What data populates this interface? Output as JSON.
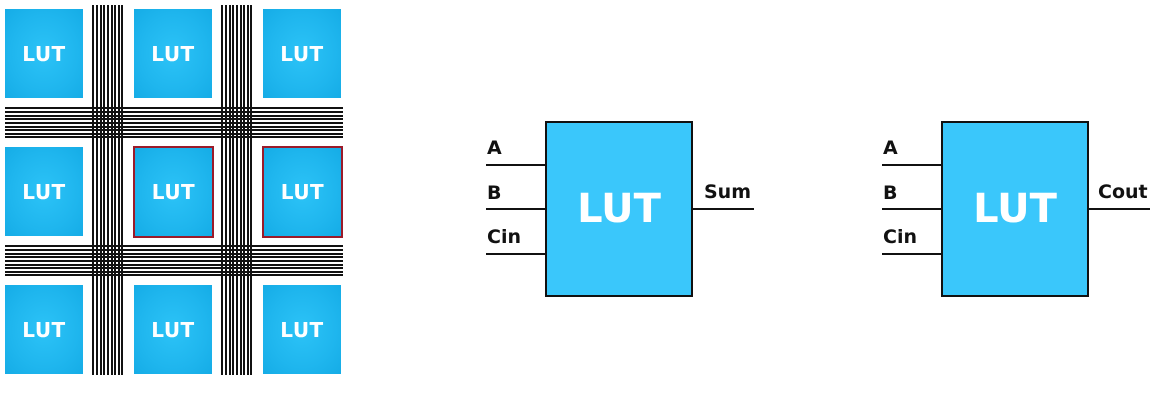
{
  "colors": {
    "lut_fill": "#1fb6ee",
    "lut_big_fill": "#3ac7fb",
    "selected_border": "#9b1b2a",
    "wire": "#111111",
    "background": "#ffffff"
  },
  "fabric": {
    "cells": [
      {
        "label": "LUT",
        "row": 0,
        "col": 0,
        "selected": false
      },
      {
        "label": "LUT",
        "row": 0,
        "col": 1,
        "selected": false
      },
      {
        "label": "LUT",
        "row": 0,
        "col": 2,
        "selected": false
      },
      {
        "label": "LUT",
        "row": 1,
        "col": 0,
        "selected": false
      },
      {
        "label": "LUT",
        "row": 1,
        "col": 1,
        "selected": true
      },
      {
        "label": "LUT",
        "row": 1,
        "col": 2,
        "selected": true
      },
      {
        "label": "LUT",
        "row": 2,
        "col": 0,
        "selected": false
      },
      {
        "label": "LUT",
        "row": 2,
        "col": 1,
        "selected": false
      },
      {
        "label": "LUT",
        "row": 2,
        "col": 2,
        "selected": false
      }
    ],
    "routing_tracks_per_channel": 9
  },
  "sum_lut": {
    "label": "LUT",
    "inputs": [
      "A",
      "B",
      "Cin"
    ],
    "output": "Sum"
  },
  "cout_lut": {
    "label": "LUT",
    "inputs": [
      "A",
      "B",
      "Cin"
    ],
    "output": "Cout"
  }
}
